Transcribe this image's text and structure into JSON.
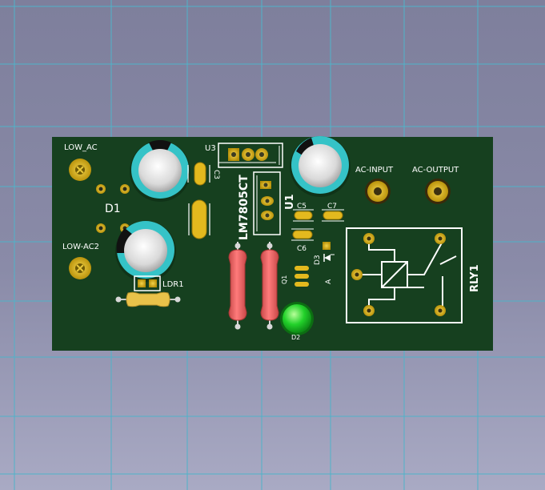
{
  "viewer": {
    "background": "#8a8ba8",
    "grid_color": "#4fb3c9"
  },
  "board": {
    "color": "#16401f",
    "silkscreen_color": "#ffffff",
    "pad_color": "#d8b010",
    "labels": {
      "low_ac": "LOW_AC",
      "low_ac2": "LOW-AC2",
      "d1": "D1",
      "ldr1": "LDR1",
      "u3": "U3",
      "c3": "C3",
      "lm7805": "LM7805CT",
      "u1": "U1",
      "c5": "C5",
      "c7": "C7",
      "c6": "C6",
      "d3": "D3",
      "a_marker": "A",
      "q1": "Q1",
      "d2": "D2",
      "ac_input": "AC-INPUT",
      "ac_output": "AC-OUTPUT",
      "rly1": "RLY1"
    }
  }
}
